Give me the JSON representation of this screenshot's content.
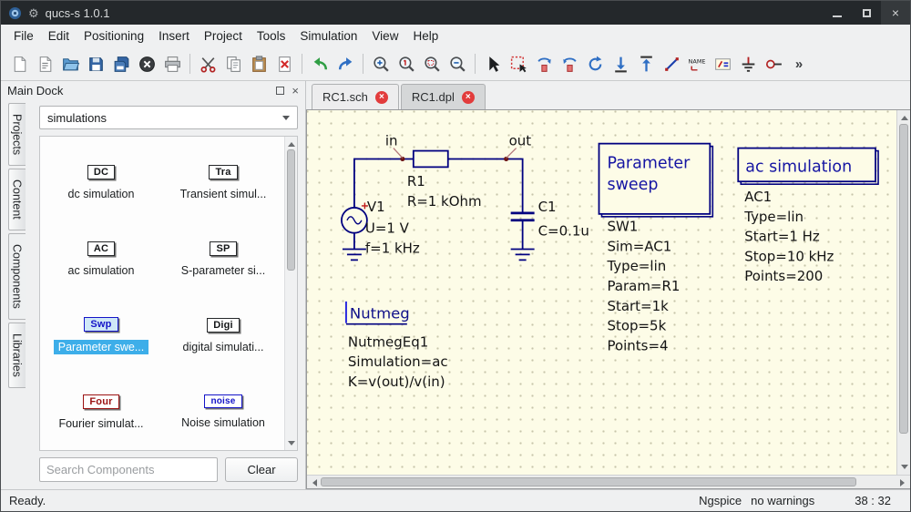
{
  "window": {
    "title": "qucs-s 1.0.1"
  },
  "menu": {
    "items": [
      "File",
      "Edit",
      "Positioning",
      "Insert",
      "Project",
      "Tools",
      "Simulation",
      "View",
      "Help"
    ]
  },
  "toolbar": {
    "icons": [
      "new-document",
      "new-text-document",
      "open-document",
      "save-document",
      "save-all-documents",
      "close-document",
      "print",
      "cut",
      "copy",
      "paste",
      "delete",
      "undo",
      "redo",
      "zoom-in",
      "zoom-to-1",
      "zoom-fit",
      "zoom-out",
      "select-pointer",
      "select-marker",
      "mirror-about-y",
      "mirror-about-x",
      "rotate",
      "align-bottom",
      "align-top",
      "insert-wire",
      "insert-wire-label",
      "insert-equation",
      "insert-ground",
      "insert-port",
      "more-tools"
    ],
    "wire_label_icon_text": "NAME",
    "overflow_glyph": "»"
  },
  "dock": {
    "title": "Main Dock",
    "side_tabs": [
      "Projects",
      "Content",
      "Components",
      "Libraries"
    ],
    "category": "simulations",
    "components": [
      {
        "icon": "DC",
        "label": "dc simulation"
      },
      {
        "icon": "Tra",
        "label": "Transient simul..."
      },
      {
        "icon": "AC",
        "label": "ac simulation"
      },
      {
        "icon": "SP",
        "label": "S-parameter si..."
      },
      {
        "icon": "Swp",
        "label": "Parameter swe...",
        "selected": true
      },
      {
        "icon": "Digi",
        "label": "digital simulati..."
      },
      {
        "icon": "Four",
        "label": "Fourier simulat..."
      },
      {
        "icon": "noise",
        "label": "Noise simulation"
      }
    ],
    "search_placeholder": "Search Components",
    "clear_label": "Clear"
  },
  "document_tabs": [
    {
      "label": "RC1.sch",
      "active": true
    },
    {
      "label": "RC1.dpl",
      "active": false
    }
  ],
  "schematic": {
    "node_labels": {
      "in": "in",
      "out": "out"
    },
    "v1": {
      "name": "V1",
      "props": [
        "U=1 V",
        "f=1 kHz"
      ]
    },
    "r1": {
      "name": "R1",
      "props": [
        "R=1 kOhm"
      ]
    },
    "c1": {
      "name": "C1",
      "props": [
        "C=0.1u"
      ]
    },
    "param_sweep": {
      "title1": "Parameter",
      "title2": "sweep",
      "props": [
        "SW1",
        "Sim=AC1",
        "Type=lin",
        "Param=R1",
        "Start=1k",
        "Stop=5k",
        "Points=4"
      ]
    },
    "ac_sim": {
      "title": "ac simulation",
      "props": [
        "AC1",
        "Type=lin",
        "Start=1 Hz",
        "Stop=10 kHz",
        "Points=200"
      ]
    },
    "nutmeg": {
      "title": "Nutmeg",
      "props": [
        "NutmegEq1",
        "Simulation=ac",
        "K=v(out)/v(in)"
      ]
    }
  },
  "status": {
    "ready": "Ready.",
    "engine": "Ngspice",
    "warnings": "no warnings",
    "position": "38 : 32"
  },
  "colors": {
    "accent": "#3daee9",
    "canvas_background": "#fdfce7",
    "schematic_outline": "#000080",
    "schematic_title_text": "#1515a3",
    "tab_close": "#e23c3c"
  }
}
